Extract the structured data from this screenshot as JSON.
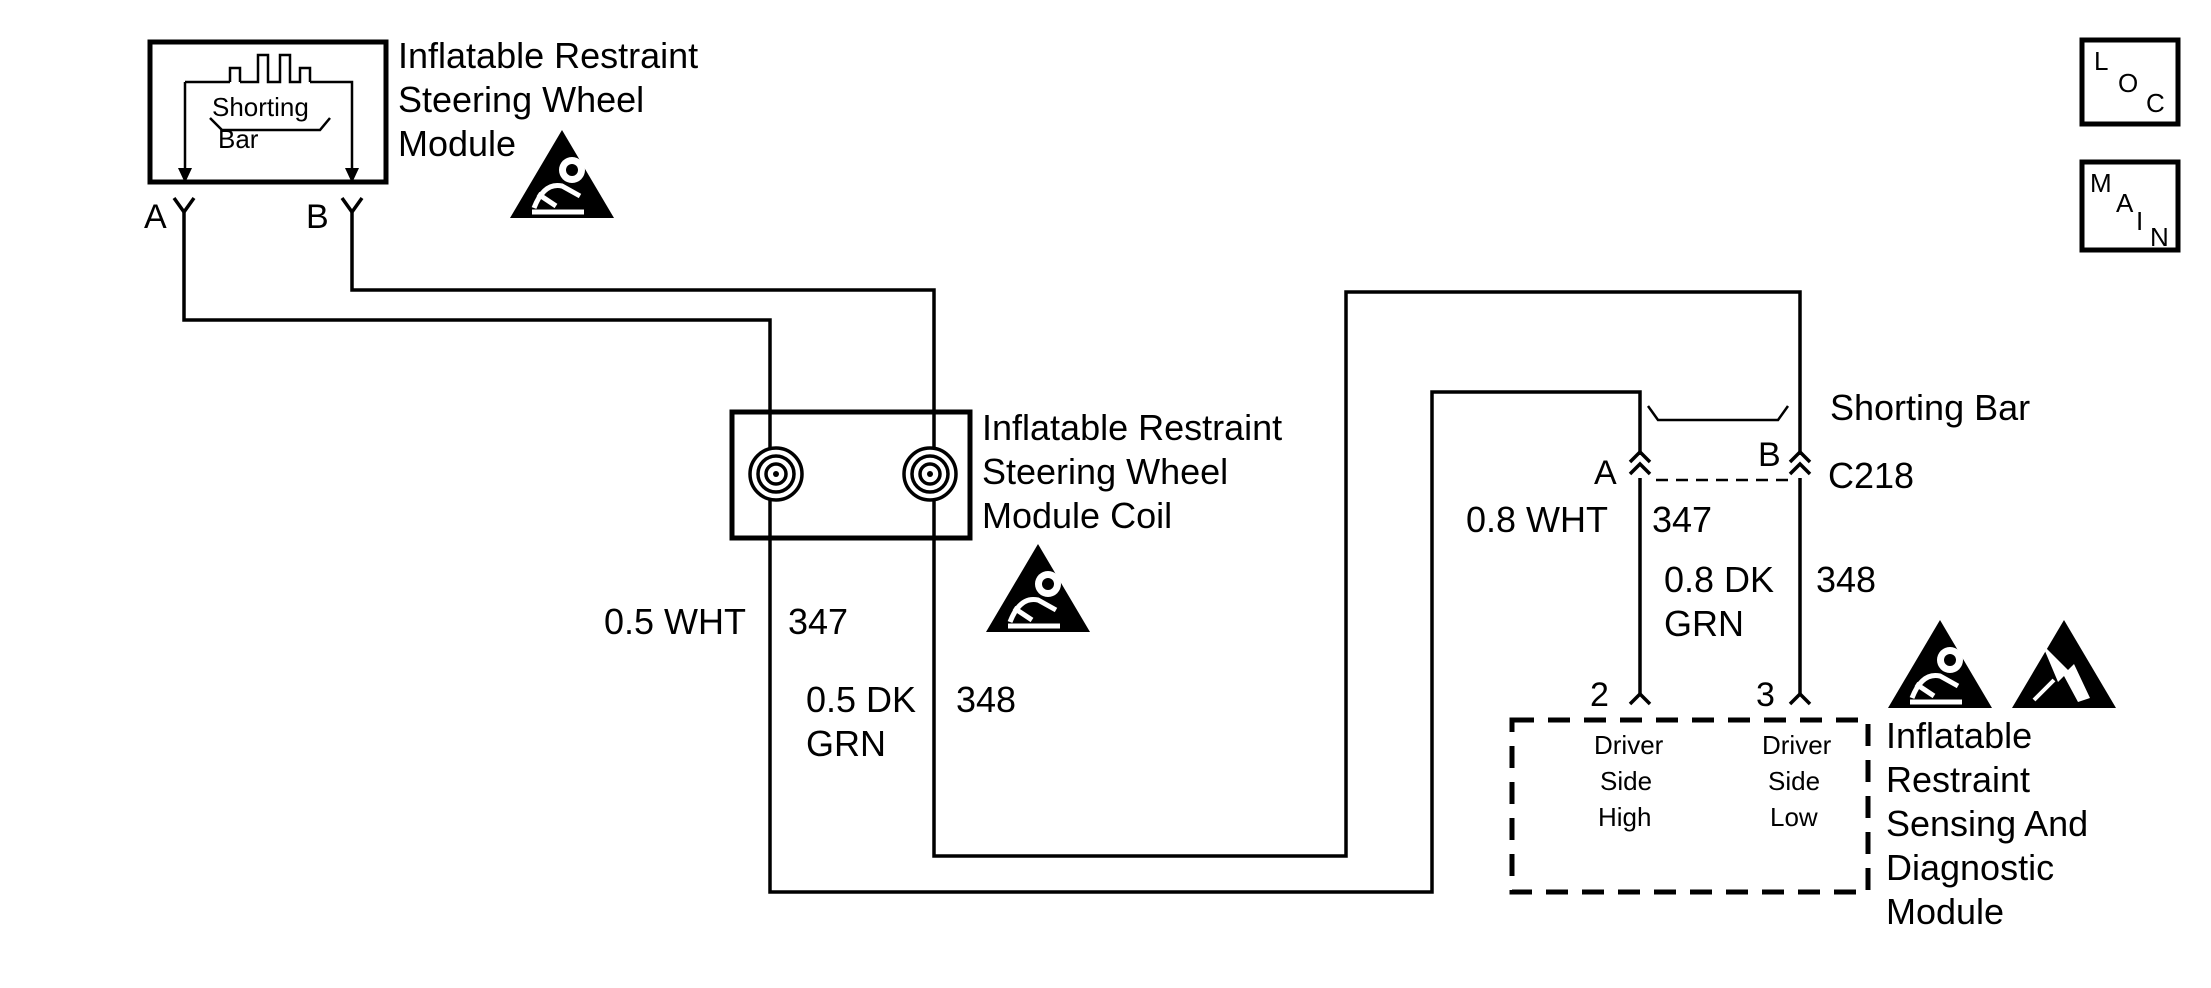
{
  "steering_module": {
    "title_line1": "Inflatable Restraint",
    "title_line2": "Steering Wheel",
    "title_line3": "Module",
    "shorting_bar_line1": "Shorting",
    "shorting_bar_line2": "Bar",
    "pin_a": "A",
    "pin_b": "B"
  },
  "module_coil": {
    "title_line1": "Inflatable Restraint",
    "title_line2": "Steering Wheel",
    "title_line3": "Module Coil"
  },
  "wires": {
    "left_wht_gauge_color": "0.5 WHT",
    "left_wht_circuit": "347",
    "left_grn_gauge_color_line1": "0.5 DK",
    "left_grn_gauge_color_line2": "GRN",
    "left_grn_circuit": "348",
    "right_wht_gauge_color": "0.8 WHT",
    "right_wht_circuit": "347",
    "right_grn_gauge_color_line1": "0.8 DK",
    "right_grn_gauge_color_line2": "GRN",
    "right_grn_circuit": "348"
  },
  "connector": {
    "shorting_bar_label": "Shorting Bar",
    "name": "C218",
    "pin_a": "A",
    "pin_b": "B"
  },
  "sdm": {
    "pin_2": "2",
    "pin_3": "3",
    "pin2_desc_line1": "Driver",
    "pin2_desc_line2": "Side",
    "pin2_desc_line3": "High",
    "pin3_desc_line1": "Driver",
    "pin3_desc_line2": "Side",
    "pin3_desc_line3": "Low",
    "title_line1": "Inflatable",
    "title_line2": "Restraint",
    "title_line3": "Sensing And",
    "title_line4": "Diagnostic",
    "title_line5": "Module"
  },
  "nav": {
    "loc_l": "L",
    "loc_o": "O",
    "loc_c": "C",
    "main_m": "M",
    "main_a": "A",
    "main_i": "I",
    "main_n": "N"
  },
  "icons": [
    "airbag-warning-icon",
    "esd-warning-icon"
  ]
}
